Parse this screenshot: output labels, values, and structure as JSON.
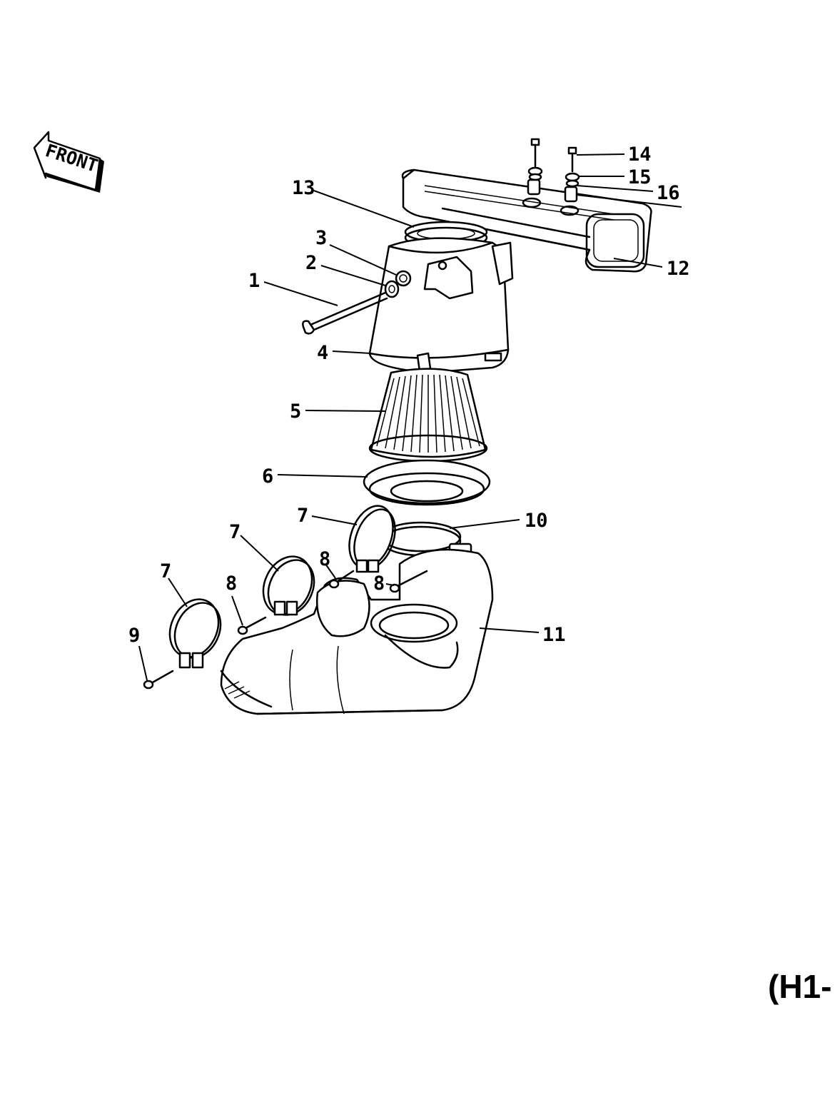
{
  "front_arrow": {
    "label": "FRONT"
  },
  "callouts": [
    {
      "id": "c1",
      "text": "1"
    },
    {
      "id": "c2",
      "text": "2"
    },
    {
      "id": "c3",
      "text": "3"
    },
    {
      "id": "c4",
      "text": "4"
    },
    {
      "id": "c5",
      "text": "5"
    },
    {
      "id": "c6",
      "text": "6"
    },
    {
      "id": "c7a",
      "text": "7"
    },
    {
      "id": "c7b",
      "text": "7"
    },
    {
      "id": "c7c",
      "text": "7"
    },
    {
      "id": "c8a",
      "text": "8"
    },
    {
      "id": "c8b",
      "text": "8"
    },
    {
      "id": "c8c",
      "text": "8"
    },
    {
      "id": "c9",
      "text": "9"
    },
    {
      "id": "c10",
      "text": "10"
    },
    {
      "id": "c11",
      "text": "11"
    },
    {
      "id": "c12",
      "text": "12"
    },
    {
      "id": "c13",
      "text": "13"
    },
    {
      "id": "c14",
      "text": "14"
    },
    {
      "id": "c15",
      "text": "15"
    },
    {
      "id": "c16",
      "text": "16"
    }
  ],
  "diagram_code": "(H1-"
}
